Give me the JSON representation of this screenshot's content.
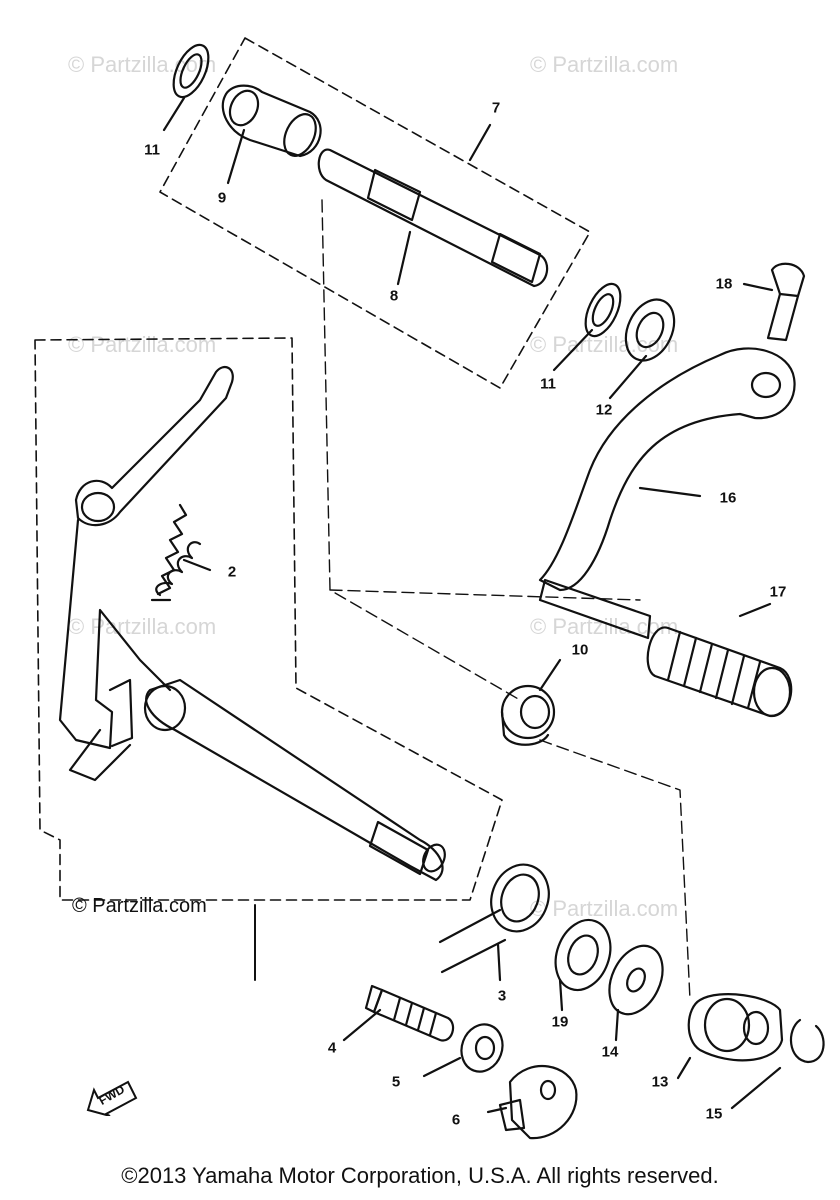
{
  "watermark": "© Partzilla.com",
  "credit": "© Partzilla.com",
  "copyright": "©2013  Yamaha Motor Corporation, U.S.A. All rights reserved.",
  "direction_label": "FWD",
  "callouts": [
    {
      "id": "11a",
      "label": "11"
    },
    {
      "id": "9",
      "label": "9"
    },
    {
      "id": "7",
      "label": "7"
    },
    {
      "id": "8",
      "label": "8"
    },
    {
      "id": "18",
      "label": "18"
    },
    {
      "id": "11b",
      "label": "11"
    },
    {
      "id": "12",
      "label": "12"
    },
    {
      "id": "16",
      "label": "16"
    },
    {
      "id": "2",
      "label": "2"
    },
    {
      "id": "17",
      "label": "17"
    },
    {
      "id": "10",
      "label": "10"
    },
    {
      "id": "3",
      "label": "3"
    },
    {
      "id": "19",
      "label": "19"
    },
    {
      "id": "14",
      "label": "14"
    },
    {
      "id": "4",
      "label": "4"
    },
    {
      "id": "5",
      "label": "5"
    },
    {
      "id": "13",
      "label": "13"
    },
    {
      "id": "6",
      "label": "6"
    },
    {
      "id": "15",
      "label": "15"
    }
  ]
}
